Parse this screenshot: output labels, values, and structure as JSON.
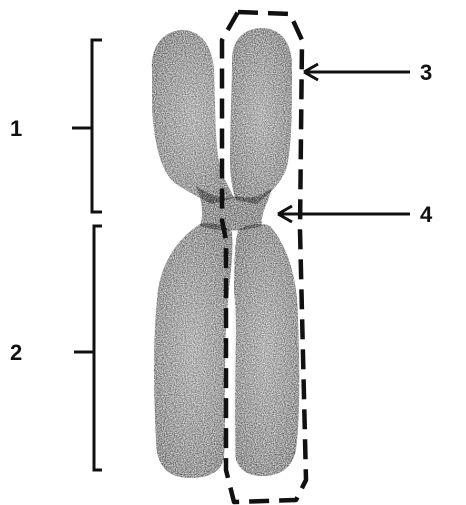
{
  "labels": {
    "l1": "1",
    "l2": "2",
    "l3": "3",
    "l4": "4"
  },
  "colors": {
    "chromosome": "#2b2b2b",
    "chromosome_dark": "#111111",
    "chromosome_light": "#555555",
    "lines": "#111111",
    "background": "#ffffff"
  },
  "icons": {
    "arrow_3": "arrow-left-icon",
    "arrow_4": "arrow-left-icon"
  }
}
